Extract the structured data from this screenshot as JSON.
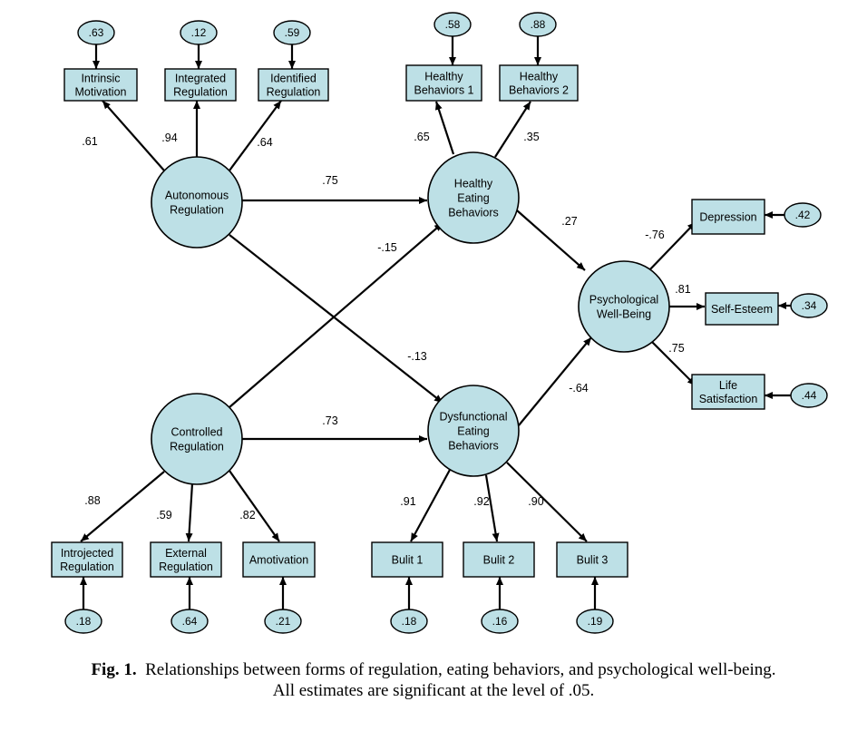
{
  "caption": {
    "fig_label": "Fig. 1.",
    "line1": "Relationships between forms of regulation, eating behaviors, and psychological well-being.",
    "line2": "All estimates are significant at the level of .05."
  },
  "indicators": {
    "intrinsic": [
      "Intrinsic",
      "Motivation"
    ],
    "integrated": [
      "Integrated",
      "Regulation"
    ],
    "identified": [
      "Identified",
      "Regulation"
    ],
    "hb1": [
      "Healthy",
      "Behaviors 1"
    ],
    "hb2": [
      "Healthy",
      "Behaviors 2"
    ],
    "depression": [
      "Depression"
    ],
    "selfesteem": [
      "Self-Esteem"
    ],
    "lifesat": [
      "Life",
      "Satisfaction"
    ],
    "introjected": [
      "Introjected",
      "Regulation"
    ],
    "external": [
      "External",
      "Regulation"
    ],
    "amotivation": [
      "Amotivation"
    ],
    "bulit1": [
      "Bulit 1"
    ],
    "bulit2": [
      "Bulit 2"
    ],
    "bulit3": [
      "Bulit 3"
    ]
  },
  "latents": {
    "autonomous": [
      "Autonomous",
      "Regulation"
    ],
    "controlled": [
      "Controlled",
      "Regulation"
    ],
    "healthy": [
      "Healthy",
      "Eating",
      "Behaviors"
    ],
    "dysfunctional": [
      "Dysfunctional",
      "Eating",
      "Behaviors"
    ],
    "wellbeing": [
      "Psychological",
      "Well-Being"
    ]
  },
  "errors": {
    "intrinsic": ".63",
    "integrated": ".12",
    "identified": ".59",
    "hb1": ".58",
    "hb2": ".88",
    "depression": ".42",
    "selfesteem": ".34",
    "lifesat": ".44",
    "introjected": ".18",
    "external": ".64",
    "amotivation": ".21",
    "bulit1": ".18",
    "bulit2": ".16",
    "bulit3": ".19"
  },
  "weights": {
    "auto_intrinsic": ".61",
    "auto_integrated": ".94",
    "auto_identified": ".64",
    "healthy_hb1": ".65",
    "healthy_hb2": ".35",
    "auto_healthy": ".75",
    "healthy_wellbeing": ".27",
    "controlled_healthy": "-.15",
    "auto_dysfunctional": "-.13",
    "controlled_dysfunctional": ".73",
    "dysfunctional_wellbeing": "-.64",
    "wellbeing_depression": "-.76",
    "wellbeing_selfesteem": ".81",
    "wellbeing_lifesat": ".75",
    "controlled_introjected": ".88",
    "controlled_external": ".59",
    "controlled_amotivation": ".82",
    "dysfunctional_bulit1": ".91",
    "dysfunctional_bulit2": ".92",
    "dysfunctional_bulit3": ".90"
  }
}
